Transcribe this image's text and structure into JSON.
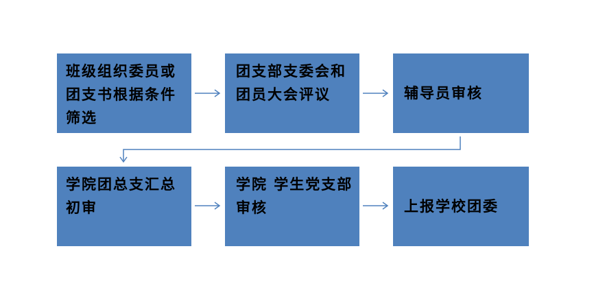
{
  "flow": {
    "steps": [
      {
        "id": "step-1",
        "label": "班级组织委员或团支书根据条件筛选"
      },
      {
        "id": "step-2",
        "label": "团支部支委会和团员大会评议"
      },
      {
        "id": "step-3",
        "label": "辅导员审核"
      },
      {
        "id": "step-4",
        "label": "学院团总支汇总初审"
      },
      {
        "id": "step-5",
        "label": "学院 学生党支部审核"
      },
      {
        "id": "step-6",
        "label": "上报学校团委"
      }
    ]
  },
  "colors": {
    "box_fill": "#4f81bd",
    "connector": "#4f81bd",
    "text": "#000000",
    "background": "#ffffff"
  }
}
